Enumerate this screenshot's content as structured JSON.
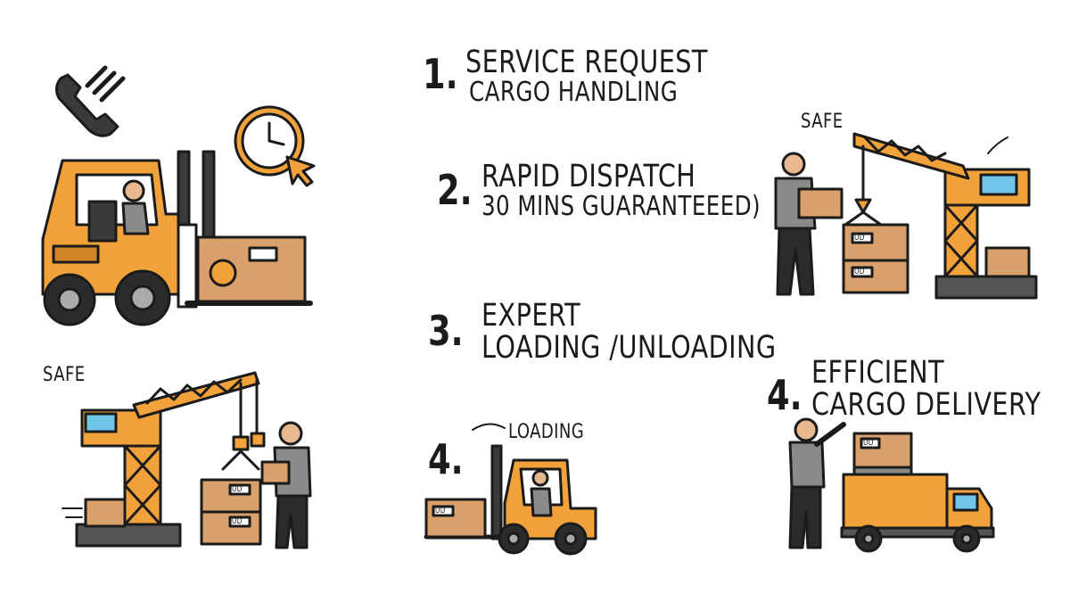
{
  "steps": [
    {
      "number": "1.",
      "title": "SERVICE REQUEST",
      "subtitle": "CARGO HANDLING"
    },
    {
      "number": "2.",
      "title": "RAPID DISPATCH",
      "subtitle": "30 MINS GUARANTEEED)"
    },
    {
      "number": "3.",
      "title": "EXPERT",
      "subtitle": "LOADING /UNLOADING"
    },
    {
      "number": "4.",
      "title": "EFFICIENT",
      "subtitle": "CARGO DELIVERY"
    }
  ],
  "forklift_step": {
    "number": "4.",
    "label": "LOADING"
  },
  "labels": {
    "safe_top": "SAFE",
    "safe_left": "SAFE"
  },
  "box_marks": [
    "UD",
    "UD",
    "UD",
    "UD",
    "UD",
    "UD"
  ],
  "colors": {
    "orange": "#f2a23a",
    "dark": "#1b1b1b",
    "box": "#d9a06b",
    "shirt": "#8a8a8a",
    "glass": "#6fc6e8"
  }
}
